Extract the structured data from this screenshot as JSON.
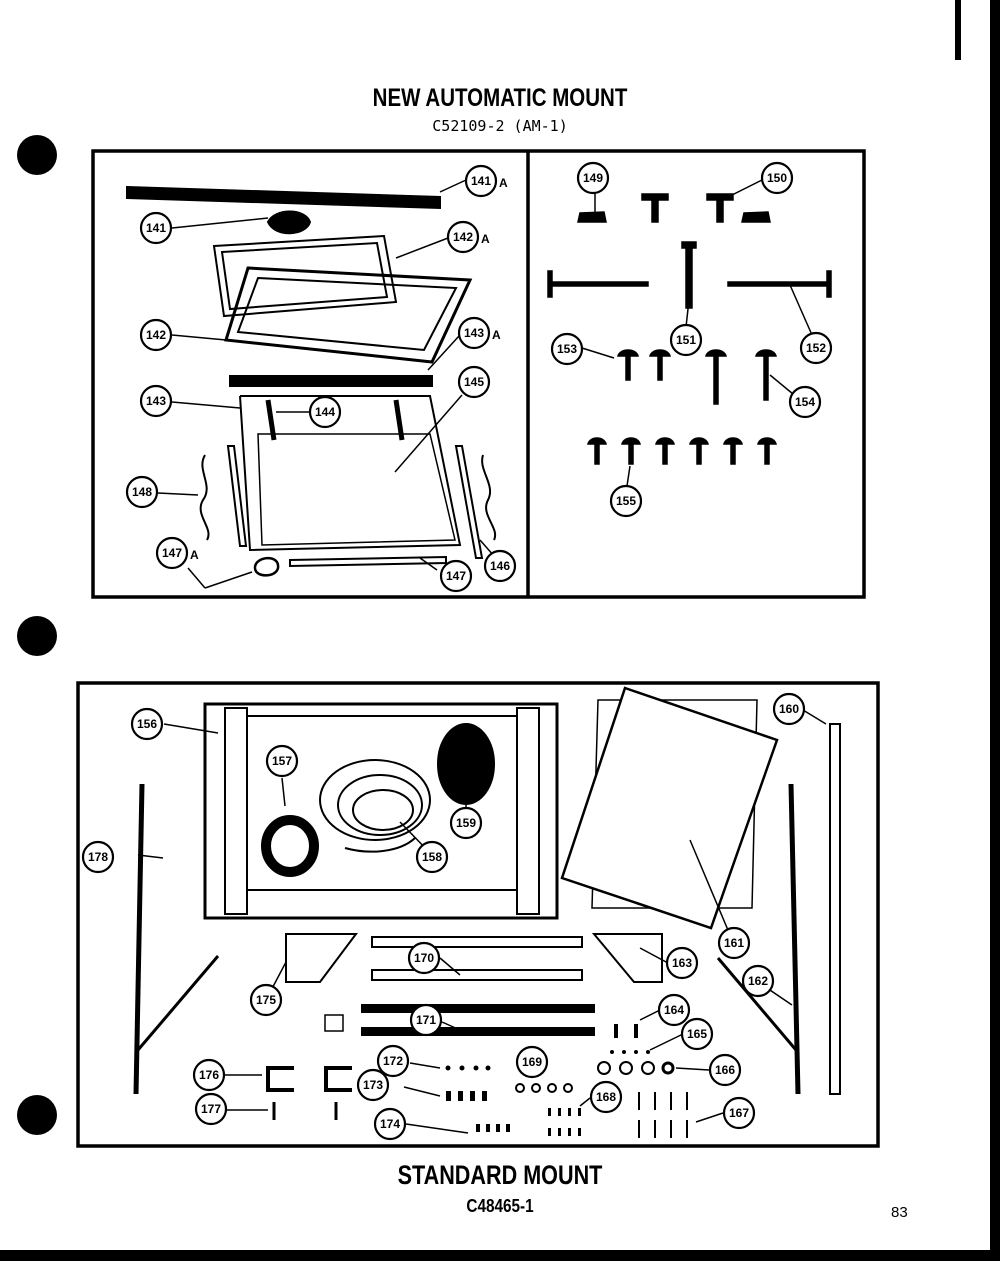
{
  "top_section": {
    "title": "NEW AUTOMATIC MOUNT",
    "subtitle": "C52109-2 (AM-1)"
  },
  "bottom_section": {
    "title": "STANDARD MOUNT",
    "subtitle": "C48465-1"
  },
  "page_number": "83",
  "callouts": {
    "p141a": "141",
    "p141a_sfx": "A",
    "p141": "141",
    "p142a": "142",
    "p142a_sfx": "A",
    "p142": "142",
    "p143a": "143",
    "p143a_sfx": "A",
    "p143": "143",
    "p144": "144",
    "p145": "145",
    "p146": "146",
    "p147": "147",
    "p147a": "147",
    "p147a_sfx": "A",
    "p148": "148",
    "p149": "149",
    "p150": "150",
    "p151": "151",
    "p152": "152",
    "p153": "153",
    "p154": "154",
    "p155": "155",
    "p156": "156",
    "p157": "157",
    "p158": "158",
    "p159": "159",
    "p160": "160",
    "p161": "161",
    "p162": "162",
    "p163": "163",
    "p164": "164",
    "p165": "165",
    "p166": "166",
    "p167": "167",
    "p168": "168",
    "p169": "169",
    "p170": "170",
    "p171": "171",
    "p172": "172",
    "p173": "173",
    "p174": "174",
    "p175": "175",
    "p176": "176",
    "p177": "177",
    "p178": "178"
  }
}
